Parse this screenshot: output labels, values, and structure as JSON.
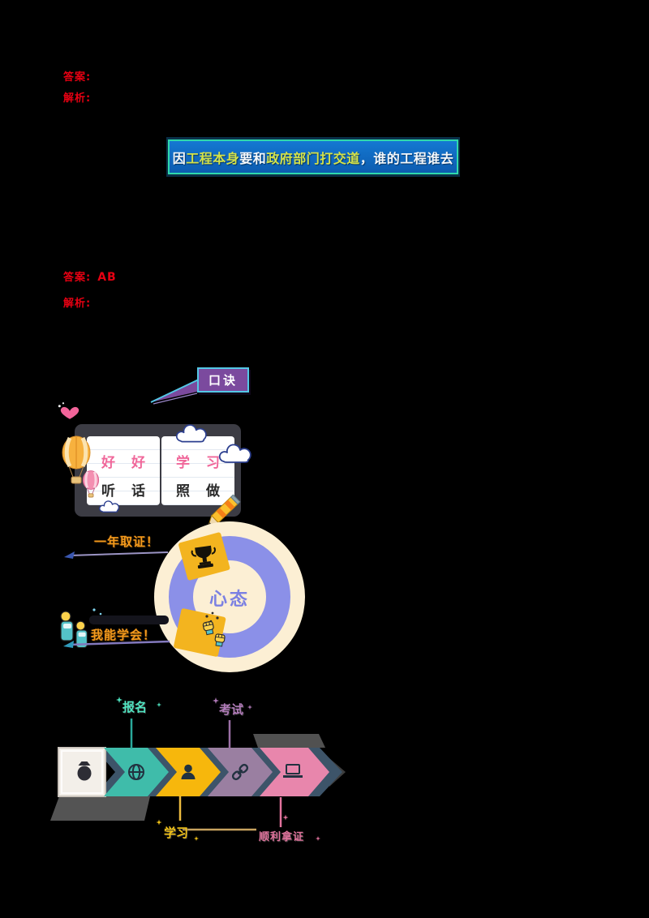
{
  "document": {
    "section1": {
      "answer_label": "答案:",
      "analysis_label": "解析:"
    },
    "section2": {
      "answer_label": "答案:",
      "answer_value": "AB",
      "analysis_label": "解析:"
    },
    "slide": {
      "segments": [
        {
          "text": "因",
          "color": "white"
        },
        {
          "text": "工程本身",
          "color": "yellow"
        },
        {
          "text": "要和",
          "color": "white"
        },
        {
          "text": "政府部门打交道",
          "color": "yellow"
        },
        {
          "text": "，谁的工程谁去",
          "color": "white"
        }
      ]
    },
    "koujue": {
      "label": "口诀"
    },
    "motto_card": {
      "left_top": "好 好",
      "left_bottom": "听 话",
      "right_top": "学 习",
      "right_bottom": "照 做"
    },
    "annotations": {
      "cert_label": "一年取证！",
      "can_learn_label": "我能学会！"
    },
    "mindset": {
      "center_label": "心态"
    },
    "flow": {
      "top_labels": [
        {
          "text": "报名"
        },
        {
          "text": "考试"
        }
      ],
      "bottom_labels": [
        {
          "text": "学习"
        },
        {
          "text": "顺利拿证"
        }
      ],
      "steps": [
        {
          "icon": "money-bag"
        },
        {
          "icon": "globe"
        },
        {
          "icon": "person"
        },
        {
          "icon": "chain-link"
        },
        {
          "icon": "laptop"
        }
      ]
    }
  },
  "colors": {
    "answer_red": "#e60012",
    "slide_bg": "#1478d2",
    "slide_border": "#2fd8ac",
    "slide_yellow_text": "#d4e24a",
    "koujue_bg": "#7b4a9e",
    "koujue_border": "#54c8e6",
    "card_frame": "#3c3c44",
    "card_pink": "#f0679a",
    "orange_label": "#f59a1c",
    "ring_purple": "#8b90e8",
    "ring_cream": "#fcefd4",
    "wedge_yellow": "#f3b41f",
    "mindset_text": "#7b80e2",
    "flow_dark": "#3d5469",
    "flow_teal": "#3fbcaa",
    "flow_yellow": "#f7b70c",
    "flow_purple": "#9a7fa1",
    "flow_pink": "#e886ac",
    "label_teal": "#4fe3c0",
    "label_purple": "#b07ab8",
    "label_yellow": "#f5c518",
    "label_pink": "#e2739d"
  }
}
